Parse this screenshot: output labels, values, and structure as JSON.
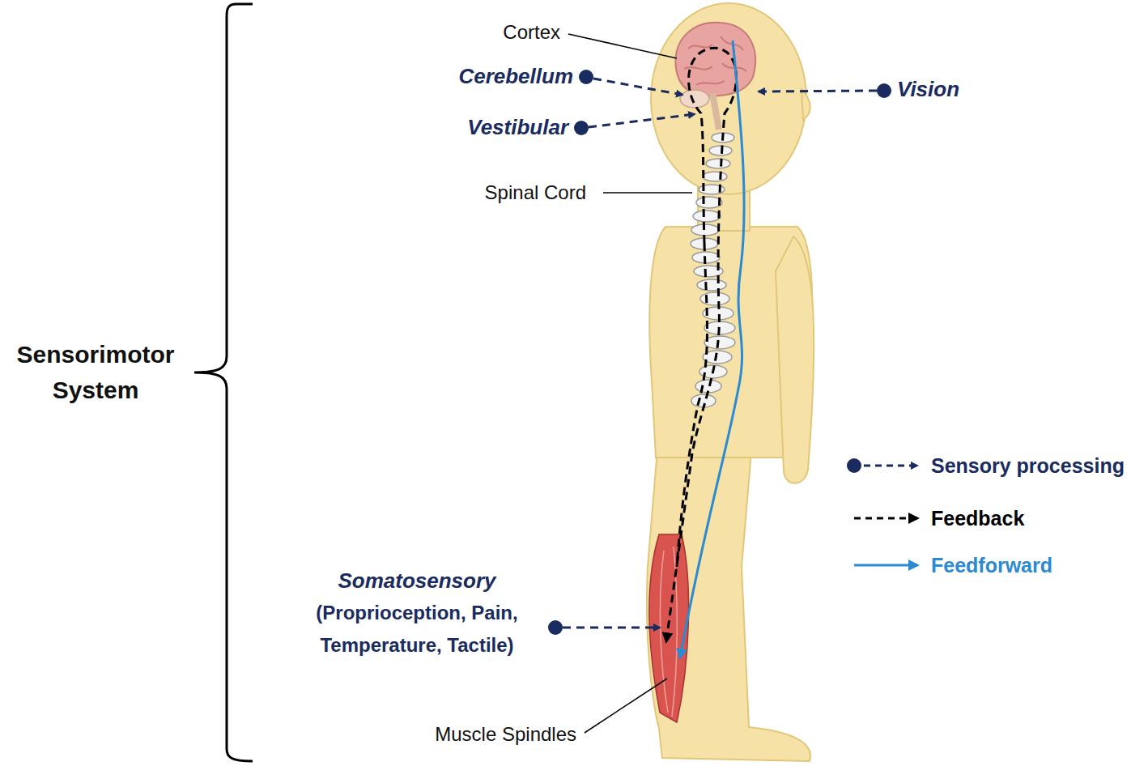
{
  "diagram": {
    "labels": [
      "Cortex",
      "Cerebellum",
      "Vestibular",
      "Vision",
      "Spinal Cord",
      "Sensorimotor System",
      "Somatosensory",
      "(Proprioception, Pain, Temperature, Tactile)",
      "Muscle Spindles"
    ],
    "legend": [
      {
        "text": "Sensory processing"
      },
      {
        "text": "Feedback"
      },
      {
        "text": "Feedforward"
      }
    ]
  }
}
